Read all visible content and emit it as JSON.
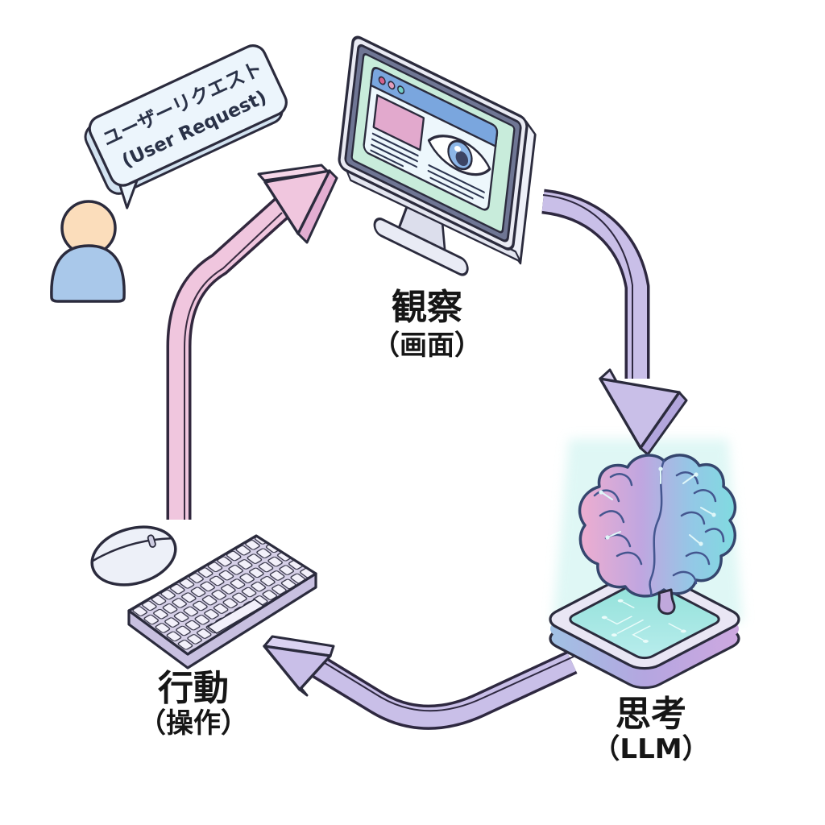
{
  "bubble": {
    "line1": "ユーザーリクエスト",
    "line2": "(User Request)"
  },
  "labels": {
    "observation": {
      "line1": "観察",
      "line2": "（画面）"
    },
    "thinking": {
      "line1": "思考",
      "line2": "（LLM）"
    },
    "action": {
      "line1": "行動",
      "line2": "（操作）"
    }
  },
  "icons": {
    "user": "user-icon",
    "speech_bubble": "speech-bubble-icon",
    "monitor": "monitor-icon",
    "browser": "browser-window-icon",
    "eye": "eye-icon",
    "brain": "brain-icon",
    "chip": "chip-icon",
    "hologram": "hologram-glow",
    "keyboard": "keyboard-icon",
    "mouse": "mouse-icon",
    "arrow_up": "arrow-action-to-observation",
    "arrow_down": "arrow-observation-to-thinking",
    "arrow_left": "arrow-thinking-to-action"
  },
  "colors": {
    "arrow_pink": "#f0c6de",
    "arrow_purple": "#c9bfe8",
    "outline": "#2b2b3d",
    "bubble_fill": "#ecf5fc",
    "person_head": "#fbddbb",
    "person_body": "#a9c8ea",
    "screen_mint": "#c8ecdb",
    "browser_blue": "#7aa6de",
    "browser_bg": "#edf7fc",
    "content_pink": "#e2a9cd",
    "brain_pink": "#f0aecf",
    "brain_teal": "#7fdce0",
    "glow_cyan": "#c5f1ed",
    "chip_teal": "#8fe0d8",
    "keyboard_fill": "#d6d0e8",
    "label_text": "#161616"
  }
}
